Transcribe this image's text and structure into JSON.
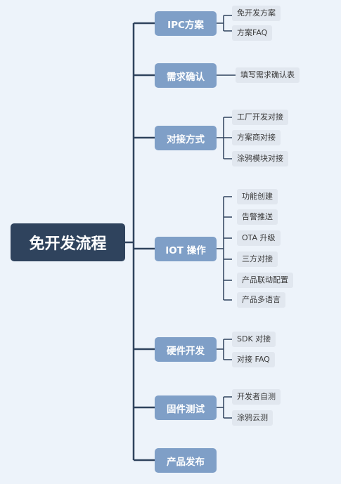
{
  "root": {
    "label": "免开发流程"
  },
  "branches": [
    {
      "label": "IPC方案",
      "children": [
        "免开发方案",
        "方案FAQ"
      ]
    },
    {
      "label": "需求确认",
      "children": [
        "填写需求确认表"
      ]
    },
    {
      "label": "对接方式",
      "children": [
        "工厂开发对接",
        "方案商对接",
        "涂鸦模块对接"
      ]
    },
    {
      "label": "IOT 操作",
      "children": [
        "功能创建",
        "告警推送",
        "OTA 升级",
        "三方对接",
        "产品联动配置",
        "产品多语言"
      ]
    },
    {
      "label": "硬件开发",
      "children": [
        "SDK  对接",
        "对接 FAQ"
      ]
    },
    {
      "label": "固件测试",
      "children": [
        "开发者自测",
        "涂鸦云测"
      ]
    },
    {
      "label": "产品发布",
      "children": []
    }
  ],
  "colors": {
    "background": "#edf3fa",
    "root": "#2f435d",
    "branch": "#7f9fc7",
    "leaf": "#e1e7ef",
    "connector": "#2f435d"
  }
}
